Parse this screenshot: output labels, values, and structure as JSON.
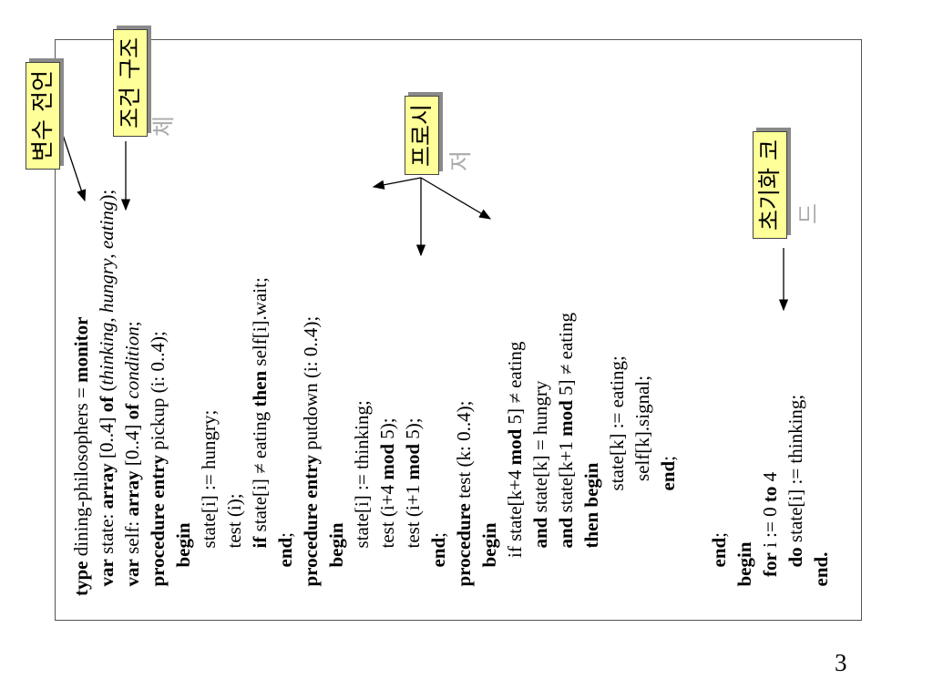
{
  "callouts": {
    "var_decl": "변수 전언",
    "cond_struct": "조건 구조",
    "cond_struct_tail": "체",
    "procedure": "프로시",
    "procedure_tail": "저",
    "init_code": "초기화 코",
    "init_code_tail": "드"
  },
  "code": [
    [
      {
        "t": "type",
        "b": true
      },
      {
        "t": " dining-philosophers = "
      },
      {
        "t": "monitor",
        "b": true
      }
    ],
    [
      {
        "t": "  "
      },
      {
        "t": "var",
        "b": true
      },
      {
        "t": " state: "
      },
      {
        "t": "array",
        "b": true
      },
      {
        "t": " [0..4] "
      },
      {
        "t": "of",
        "b": true
      },
      {
        "t": " ("
      },
      {
        "t": "thinking",
        "i": true
      },
      {
        "t": ", "
      },
      {
        "t": "hungry",
        "i": true
      },
      {
        "t": ", "
      },
      {
        "t": "eating",
        "i": true
      },
      {
        "t": ");"
      }
    ],
    [
      {
        "t": "  "
      },
      {
        "t": "var",
        "b": true
      },
      {
        "t": " self: "
      },
      {
        "t": "array",
        "b": true
      },
      {
        "t": " [0..4] "
      },
      {
        "t": "of",
        "b": true
      },
      {
        "t": " "
      },
      {
        "t": "condition",
        "i": true
      },
      {
        "t": ";"
      }
    ],
    [
      {
        "t": "  "
      },
      {
        "t": "procedure entry",
        "b": true
      },
      {
        "t": " pickup (i: 0..4);"
      }
    ],
    [
      {
        "t": "      "
      },
      {
        "t": "begin",
        "b": true
      }
    ],
    [
      {
        "t": "          state[i] := hungry;"
      }
    ],
    [
      {
        "t": "          test (i);"
      }
    ],
    [
      {
        "t": "          "
      },
      {
        "t": "if",
        "b": true
      },
      {
        "t": " state[i] ≠ eating "
      },
      {
        "t": "then",
        "b": true
      },
      {
        "t": " self[i].wait;"
      }
    ],
    [
      {
        "t": "      "
      },
      {
        "t": "end",
        "b": true
      },
      {
        "t": ";"
      }
    ],
    [
      {
        "t": "  "
      },
      {
        "t": "procedure entry",
        "b": true
      },
      {
        "t": " putdown (i: 0..4);"
      }
    ],
    [
      {
        "t": "      "
      },
      {
        "t": "begin",
        "b": true
      }
    ],
    [
      {
        "t": "          state[i] := thinking;"
      }
    ],
    [
      {
        "t": "          test (i+4 "
      },
      {
        "t": "mod",
        "b": true
      },
      {
        "t": " 5);"
      }
    ],
    [
      {
        "t": "          test (i+1 "
      },
      {
        "t": "mod",
        "b": true
      },
      {
        "t": " 5);"
      }
    ],
    [
      {
        "t": "      "
      },
      {
        "t": "end",
        "b": true
      },
      {
        "t": ";"
      }
    ],
    [
      {
        "t": "  "
      },
      {
        "t": "procedure",
        "b": true
      },
      {
        "t": " test (k: 0..4);"
      }
    ],
    [
      {
        "t": "      "
      },
      {
        "t": "begin",
        "b": true
      }
    ],
    [
      {
        "t": "        if state[k+4 "
      },
      {
        "t": "mod",
        "b": true
      },
      {
        "t": " 5] ≠ eating"
      }
    ],
    [
      {
        "t": "          "
      },
      {
        "t": "and",
        "b": true
      },
      {
        "t": " state[k] = hungry"
      }
    ],
    [
      {
        "t": "          "
      },
      {
        "t": "and",
        "b": true
      },
      {
        "t": " state[k+1 "
      },
      {
        "t": "mod",
        "b": true
      },
      {
        "t": " 5] ≠ eating"
      }
    ],
    [
      {
        "t": "          "
      },
      {
        "t": "then begin",
        "b": true
      }
    ],
    [
      {
        "t": "                      state[k] := eating;"
      }
    ],
    [
      {
        "t": "                        self[k].signal;"
      }
    ],
    [
      {
        "t": "                      "
      },
      {
        "t": "end",
        "b": true
      },
      {
        "t": ";"
      }
    ],
    [
      {
        "t": ""
      }
    ],
    [
      {
        "t": "      "
      },
      {
        "t": "end",
        "b": true
      },
      {
        "t": ";"
      }
    ],
    [
      {
        "t": "  "
      },
      {
        "t": "begin",
        "b": true
      }
    ],
    [
      {
        "t": "    "
      },
      {
        "t": "for",
        "b": true
      },
      {
        "t": " i := 0 "
      },
      {
        "t": "to",
        "b": true
      },
      {
        "t": " 4"
      }
    ],
    [
      {
        "t": "      "
      },
      {
        "t": "do",
        "b": true
      },
      {
        "t": " state[i] := thinking;"
      }
    ],
    [
      {
        "t": "  "
      },
      {
        "t": "end.",
        "b": true
      }
    ]
  ],
  "page_number": "3"
}
